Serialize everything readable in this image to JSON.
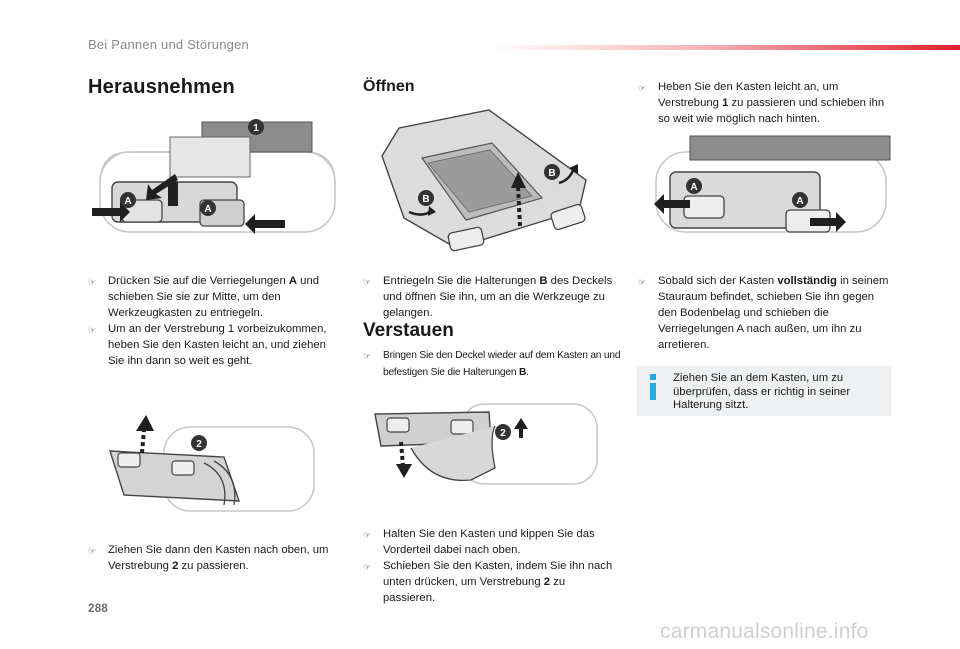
{
  "header": {
    "title": "Bei Pannen und Störungen"
  },
  "sections": {
    "remove": {
      "heading": "Herausnehmen",
      "steps1": [
        {
          "pre": "Drücken Sie auf die Verriegelungen ",
          "bold": "A",
          "post": " und schieben Sie sie zur Mitte, um den Werkzeugkasten zu entriegeln."
        },
        {
          "pre": "Um an der Verstrebung 1 vorbeizukommen, heben Sie den Kasten leicht an, und ziehen Sie ihn dann so weit es geht.",
          "bold": "",
          "post": ""
        }
      ],
      "steps2": [
        {
          "pre": "Ziehen Sie dann den Kasten nach oben, um Verstrebung ",
          "bold": "2",
          "post": " zu passieren."
        }
      ]
    },
    "open": {
      "heading": "Öffnen",
      "steps": [
        {
          "pre": "Entriegeln Sie die Halterungen ",
          "bold": "B",
          "post": " des Deckels und öffnen Sie ihn, um an die Werkzeuge zu gelangen."
        }
      ]
    },
    "stow": {
      "heading": "Verstauen",
      "steps1": [
        {
          "pre": "Bringen Sie den Deckel wieder auf dem Kasten an und befestigen Sie die Halterungen ",
          "bold": "B",
          "post": "."
        }
      ],
      "steps2": [
        {
          "pre": "Halten Sie den Kasten und kippen Sie das Vorderteil dabei nach oben.",
          "bold": "",
          "post": ""
        },
        {
          "pre": "Schieben Sie den Kasten, indem Sie ihn nach unten drücken, um Verstrebung ",
          "bold": "2",
          "post": " zu passieren."
        }
      ]
    },
    "right": {
      "steps1": [
        {
          "pre": "Heben Sie den Kasten leicht an, um Verstrebung ",
          "bold": "1",
          "post": " zu passieren und schieben ihn so weit wie möglich nach hinten."
        }
      ],
      "steps2": [
        {
          "pre": "Sobald sich der Kasten ",
          "bold": "vollständig",
          "post": " in seinem Stauraum befindet, schieben Sie ihn gegen den Bodenbelag und schieben die Verriegelungen A nach außen, um ihn zu arretieren."
        }
      ]
    }
  },
  "info": {
    "text": "Ziehen Sie an dem Kasten, um zu überprüfen, dass er richtig in seiner Halterung sitzt."
  },
  "illustrations": {
    "remove_top": {
      "labels": [
        "1",
        "A",
        "A"
      ]
    },
    "open_top": {
      "labels": [
        "B",
        "B"
      ]
    },
    "right_top": {
      "labels": [
        "A",
        "A"
      ]
    },
    "remove_bottom": {
      "labels": [
        "2"
      ]
    },
    "stow_bottom": {
      "labels": [
        "2"
      ]
    }
  },
  "footer": {
    "page_number": "288",
    "watermark": "carmanualsonline.info"
  },
  "colors": {
    "accent": "#e0202d",
    "info_icon": "#2aa9e0",
    "callout": "#333333",
    "info_bg": "#eef0f1"
  },
  "icons": {
    "bullet": "pointing-hand-icon",
    "info": "info-icon"
  }
}
